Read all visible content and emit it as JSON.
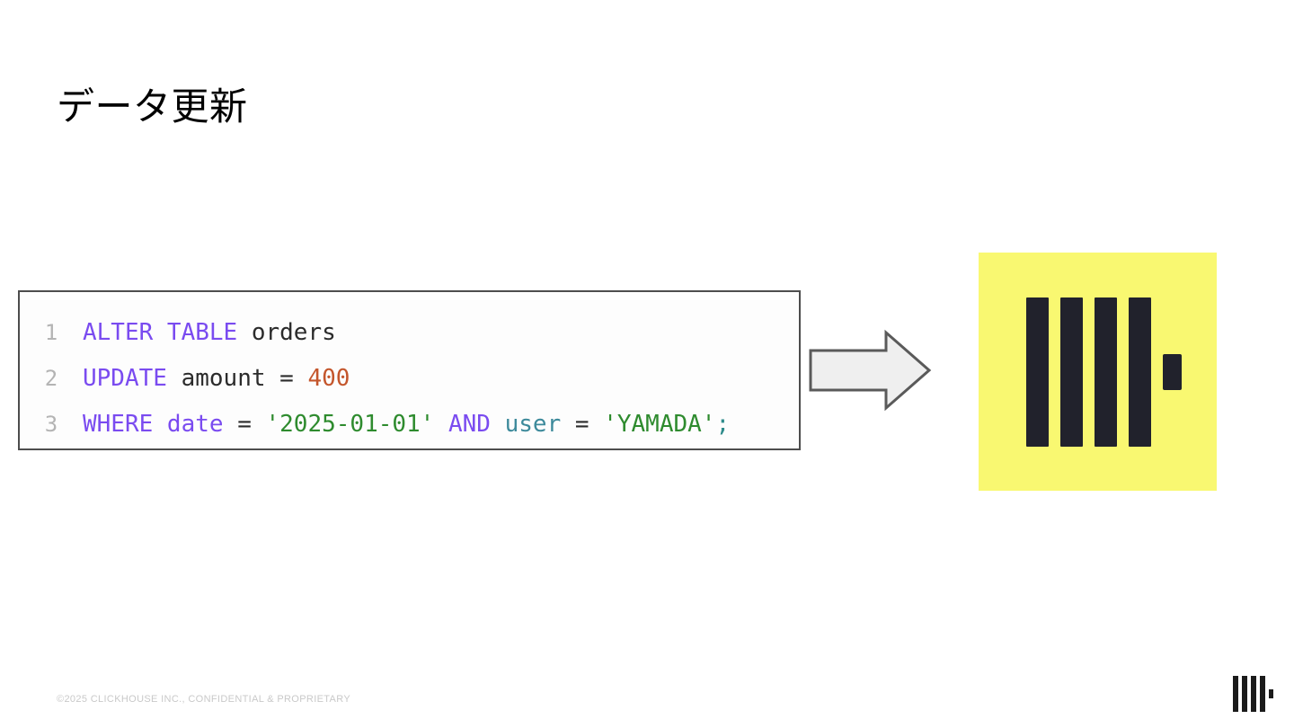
{
  "slide": {
    "title": "データ更新",
    "background_color": "#FFFFFF"
  },
  "code_block": {
    "language": "sql",
    "border_color": "#4D4D4D",
    "background_color": "#FDFDFD",
    "line_number_color": "#B4B4B4",
    "lines": [
      {
        "number": "1",
        "text": "ALTER TABLE orders",
        "tokens": [
          {
            "text": "ALTER TABLE ",
            "kind": "keyword",
            "color": "#7A4BF0"
          },
          {
            "text": "orders",
            "kind": "identifier",
            "color": "#2B2B2B"
          }
        ]
      },
      {
        "number": "2",
        "text": "UPDATE amount = 400",
        "tokens": [
          {
            "text": "UPDATE ",
            "kind": "keyword",
            "color": "#7A4BF0"
          },
          {
            "text": "amount = ",
            "kind": "identifier",
            "color": "#2B2B2B"
          },
          {
            "text": "400",
            "kind": "number",
            "color": "#C4562C"
          }
        ]
      },
      {
        "number": "3",
        "text": "WHERE date = '2025-01-01' AND user = 'YAMADA';",
        "tokens": [
          {
            "text": "WHERE date ",
            "kind": "keyword",
            "color": "#7A4BF0"
          },
          {
            "text": "= ",
            "kind": "operator",
            "color": "#2B2B2B"
          },
          {
            "text": "'2025-01-01'",
            "kind": "string",
            "color": "#2E8B2E"
          },
          {
            "text": " ",
            "kind": "operator",
            "color": "#2B2B2B"
          },
          {
            "text": "AND",
            "kind": "keyword",
            "color": "#7A4BF0"
          },
          {
            "text": " ",
            "kind": "operator",
            "color": "#2B2B2B"
          },
          {
            "text": "user",
            "kind": "field",
            "color": "#3D8A9B"
          },
          {
            "text": " = ",
            "kind": "operator",
            "color": "#2B2B2B"
          },
          {
            "text": "'YAMADA'",
            "kind": "string",
            "color": "#2E8B2E"
          },
          {
            "text": ";",
            "kind": "punctuation",
            "color": "#2E8B8B"
          }
        ]
      }
    ]
  },
  "arrow": {
    "icon": "right-block-arrow-icon",
    "direction": "right",
    "fill_color": "#EFEFEF",
    "stroke_color": "#5A5A5A"
  },
  "logo_tile": {
    "icon": "clickhouse-logo-icon",
    "background_color": "#F9F871",
    "mark_color": "#21222C",
    "bar_count": 4
  },
  "footer": {
    "copyright": "©2025 CLICKHOUSE INC., CONFIDENTIAL & PROPRIETARY",
    "text_color": "#C9C9C9",
    "logo": {
      "icon": "clickhouse-logo-icon",
      "mark_color": "#1B1B1B",
      "bar_count": 4
    }
  }
}
